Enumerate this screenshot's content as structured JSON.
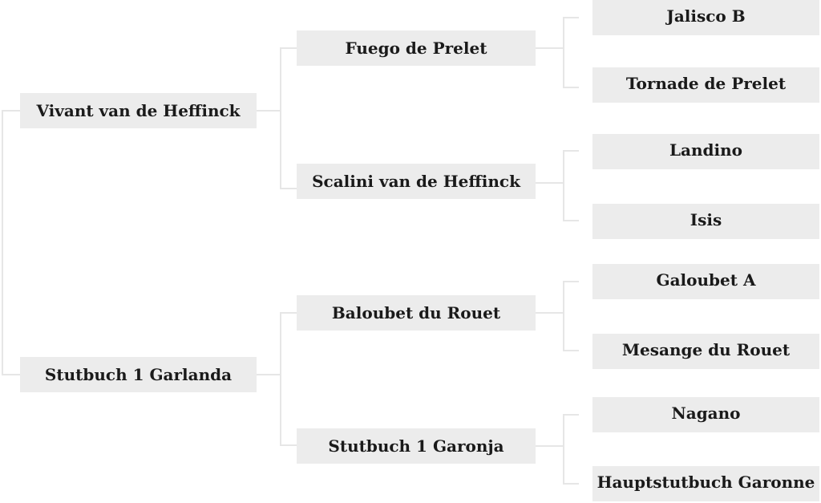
{
  "pedigree": {
    "parents": [
      "Vivant van de Heffinck",
      "Stutbuch 1 Garlanda"
    ],
    "grandparents": [
      "Fuego de Prelet",
      "Scalini van de Heffinck",
      "Baloubet du Rouet",
      "Stutbuch 1 Garonja"
    ],
    "great_grandparents": [
      "Jalisco B",
      "Tornade de Prelet",
      "Landino",
      "Isis",
      "Galoubet A",
      "Mesange du Rouet",
      "Nagano",
      "Hauptstutbuch Garonne"
    ]
  },
  "colors": {
    "box_fill": "#ececec",
    "connector": "#e6e6e6",
    "text": "#1a1a1a"
  }
}
